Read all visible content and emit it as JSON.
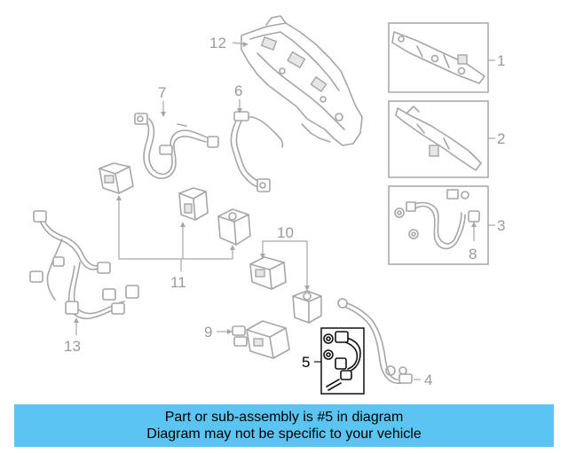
{
  "callouts": {
    "c1": "1",
    "c2": "2",
    "c3": "3",
    "c4": "4",
    "c5": "5",
    "c6": "6",
    "c7": "7",
    "c8": "8",
    "c9": "9",
    "c10": "10",
    "c11": "11",
    "c12": "12",
    "c13": "13"
  },
  "highlighted_part": "5",
  "banner": {
    "line1": "Part or sub-assembly is #5 in diagram",
    "line2": "Diagram may not be specific to your vehicle"
  },
  "colors": {
    "banner_bg": "#5bc4f0",
    "part_gray": "#a6a6a6",
    "highlight": "#111111"
  }
}
